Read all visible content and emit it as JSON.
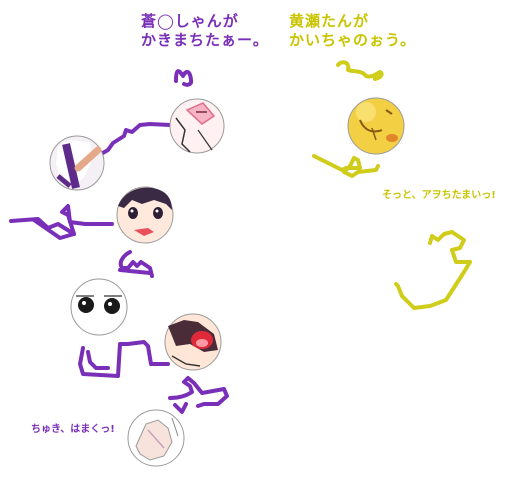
{
  "colors": {
    "purple": "#7a2fb8",
    "yellow": "#cfcc1a",
    "outline": "#9a9a9a"
  },
  "annotations": {
    "purple_top": {
      "line1": "蒼◯しゃんが",
      "line2": "かきまちたぁー。"
    },
    "yellow_top": {
      "line1": "黄瀬たんが",
      "line2": "かいちゃのぉう。"
    },
    "yellow_side": "そっと、アヲちたまいっ!",
    "purple_bottom": "ちゅき、はまくっ!"
  },
  "circles": [
    {
      "name": "circle-kiss",
      "icon": "kiss-face"
    },
    {
      "name": "circle-hand",
      "icon": "hand-on-face"
    },
    {
      "name": "circle-eyes",
      "icon": "big-eyes-face"
    },
    {
      "name": "circle-staring-eyes",
      "icon": "staring-eyes"
    },
    {
      "name": "circle-open-mouth",
      "icon": "open-mouth-face"
    },
    {
      "name": "circle-bottom-hands",
      "icon": "hands-sketch"
    },
    {
      "name": "circle-yellow-face",
      "icon": "yellow-smile-face"
    }
  ]
}
